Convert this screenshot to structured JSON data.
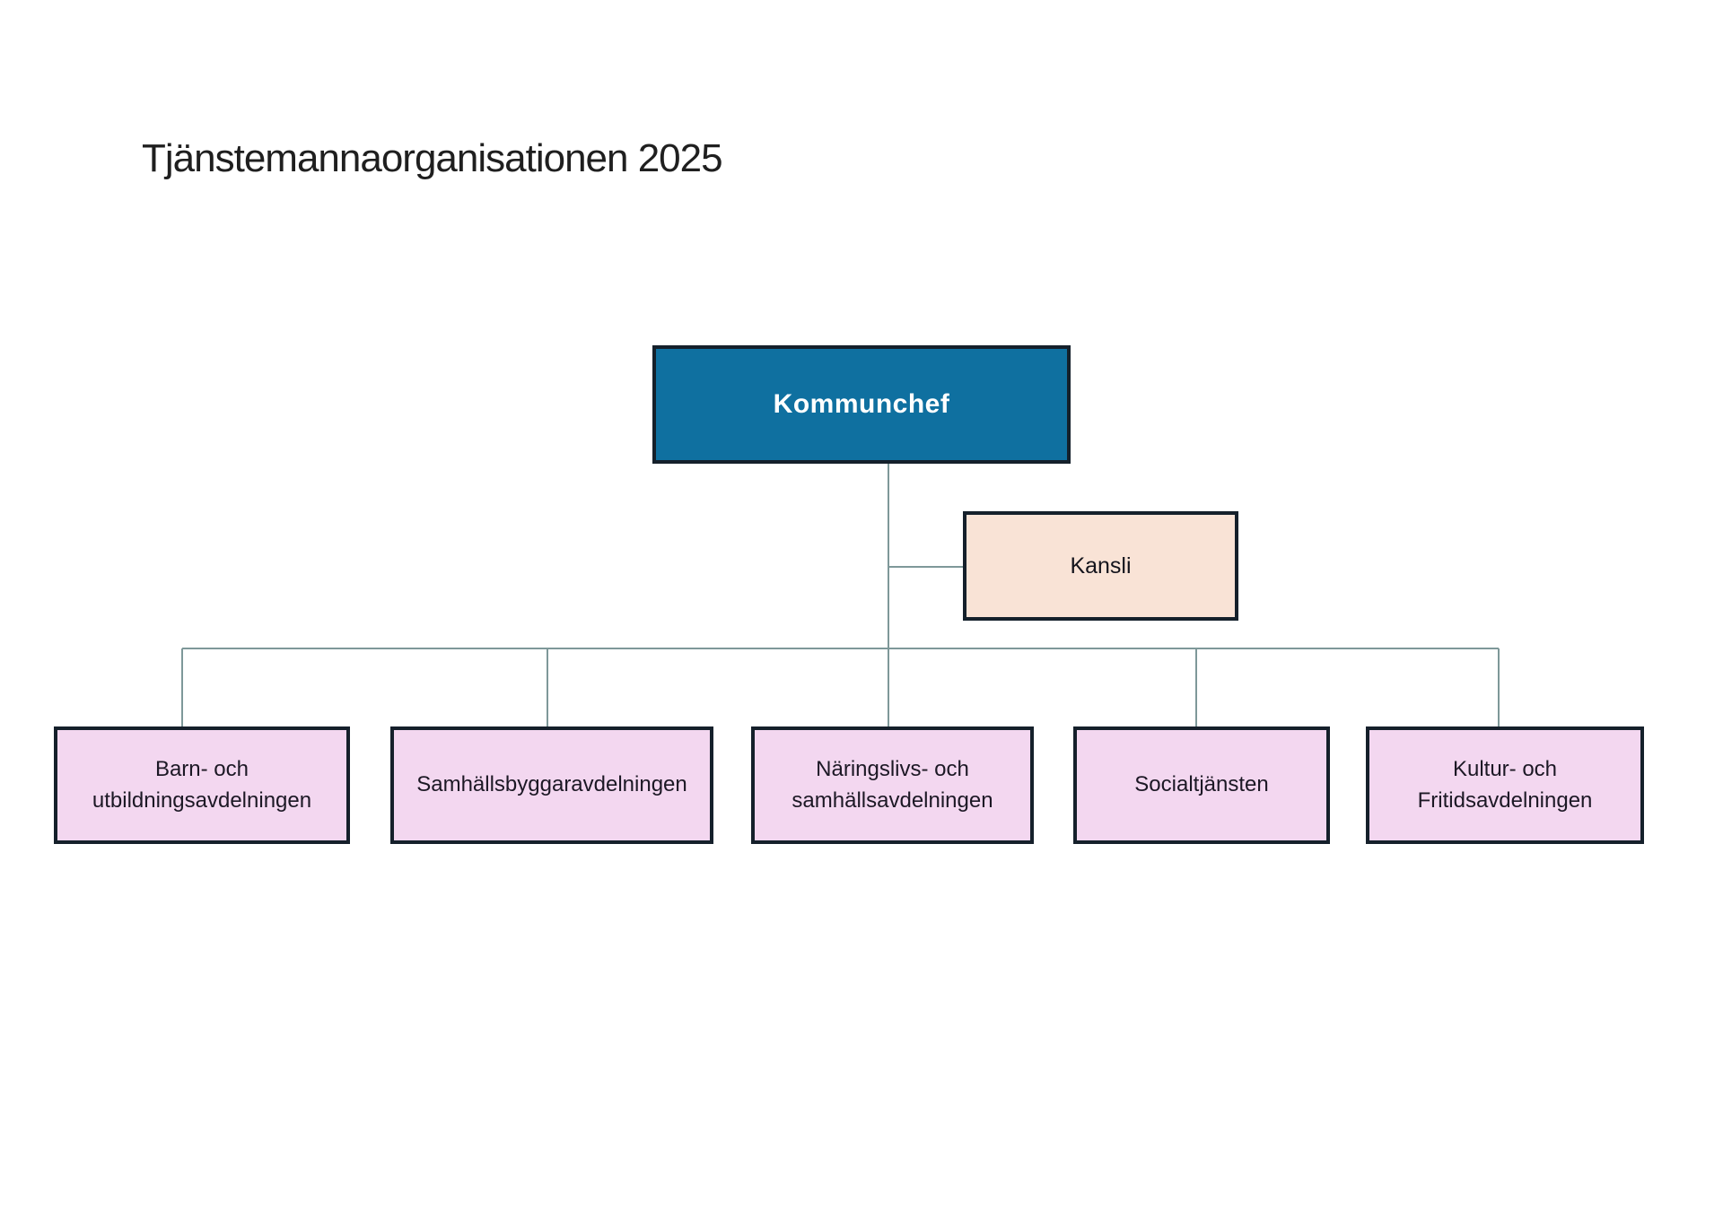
{
  "page": {
    "title": "Tjänstemannaorganisationen 2025"
  },
  "org_chart": {
    "root": {
      "id": "kommunchef",
      "label": "Kommunchef",
      "fill_color": "#0f70a0",
      "text_color": "#ffffff"
    },
    "staff_unit": {
      "id": "kansli",
      "label": "Kansli",
      "fill_color": "#f9e3d6",
      "text_color": "#14141c"
    },
    "departments": [
      {
        "id": "barn-och-utbildningsavdelningen",
        "label": "Barn- och\nutbildningsavdelningen"
      },
      {
        "id": "samhallsbyggaravdelningen",
        "label": "Samhällsbyggaravdelningen"
      },
      {
        "id": "naringslivs-och-samhallsavdelningen",
        "label": "Näringslivs- och\nsamhällsavdelningen"
      },
      {
        "id": "socialtjansten",
        "label": "Socialtjänsten"
      },
      {
        "id": "kultur-och-fritidsavdelningen",
        "label": "Kultur- och\nFritidsavdelningen"
      }
    ],
    "edges": [
      {
        "from": "Kommunchef",
        "to": "Kansli"
      },
      {
        "from": "Kommunchef",
        "to": "Barn- och utbildningsavdelningen"
      },
      {
        "from": "Kommunchef",
        "to": "Samhällsbyggaravdelningen"
      },
      {
        "from": "Kommunchef",
        "to": "Näringslivs- och samhällsavdelningen"
      },
      {
        "from": "Kommunchef",
        "to": "Socialtjänsten"
      },
      {
        "from": "Kommunchef",
        "to": "Kultur- och Fritidsavdelningen"
      }
    ]
  },
  "colors": {
    "department_fill": "#f3d7f0",
    "node_border": "#15202b",
    "connector_line": "#7e9899",
    "title_text": "#1f1f1f",
    "background": "#ffffff"
  }
}
